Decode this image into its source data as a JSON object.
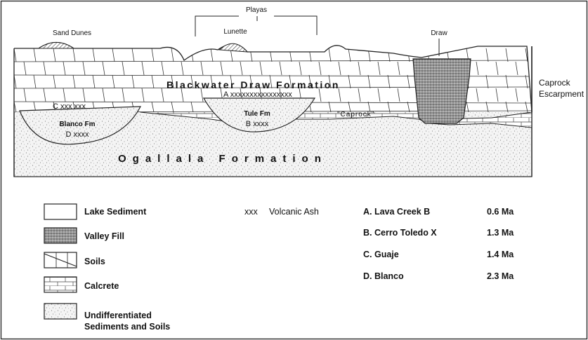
{
  "landform_labels": {
    "sand_dunes": "Sand Dunes",
    "playas": "Playas",
    "lunette": "Lunette",
    "draw": "Draw",
    "caprock_escarpment_line1": "Caprock",
    "caprock_escarpment_line2": "Escarpment"
  },
  "formations": {
    "blackwater_draw": "Blackwater Draw Formation",
    "ogallala": "Ogallala Formation",
    "tule": "Tule Fm",
    "blanco": "Blanco Fm",
    "caprock_inline": "\"Caprock\""
  },
  "ash_markers": {
    "a": "A xxxxxxxxxxxxxxxx",
    "b": "B xxxx",
    "c": "C xxx xxx",
    "d": "D xxxx"
  },
  "legend": {
    "items": [
      {
        "label": "Lake Sediment",
        "pattern": "lake"
      },
      {
        "label": "Valley Fill",
        "pattern": "valley"
      },
      {
        "label": "Soils",
        "pattern": "soils"
      },
      {
        "label": "Calcrete",
        "pattern": "calcrete"
      },
      {
        "label": "Undifferentiated",
        "label2": "Sediments and Soils",
        "pattern": "sediment"
      }
    ],
    "ash_symbol": "xxx",
    "ash_label": "Volcanic Ash"
  },
  "ash_ages": [
    {
      "name": "A.  Lava Creek B",
      "age": "0.6 Ma"
    },
    {
      "name": "B.  Cerro Toledo X",
      "age": "1.3 Ma"
    },
    {
      "name": "C.  Guaje",
      "age": "1.4 Ma"
    },
    {
      "name": "D.  Blanco",
      "age": "2.3 Ma"
    }
  ]
}
